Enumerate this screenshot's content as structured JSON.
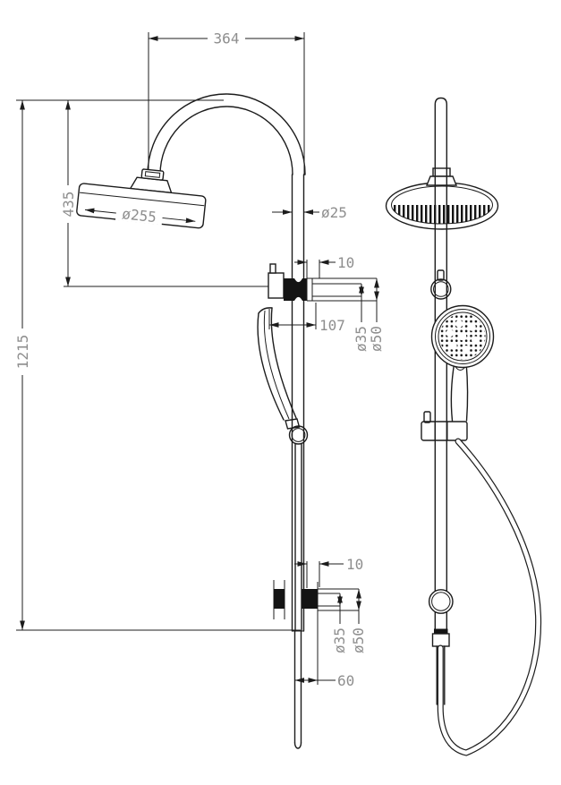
{
  "page": {
    "type": "technical-drawing",
    "subject": "twin rail shower set, dimensioned side and front orthographic views",
    "background": "#ffffff"
  },
  "colors": {
    "line": "#1c1c1c",
    "dimension_text": "#8e8e8e",
    "section_fill": "#141414"
  },
  "dimensions": {
    "top_width": "364",
    "head_height": "435",
    "total_height": "1215",
    "head_diameter": "ø255",
    "pipe_diameter": "ø25",
    "upper_flange_thickness": "10",
    "upper_wall_distance": "107",
    "upper_inner_diameter": "ø35",
    "upper_outer_diameter": "ø50",
    "lower_flange_thickness": "10",
    "lower_inner_diameter": "ø35",
    "lower_outer_diameter": "ø50",
    "lower_wall_distance": "60"
  }
}
